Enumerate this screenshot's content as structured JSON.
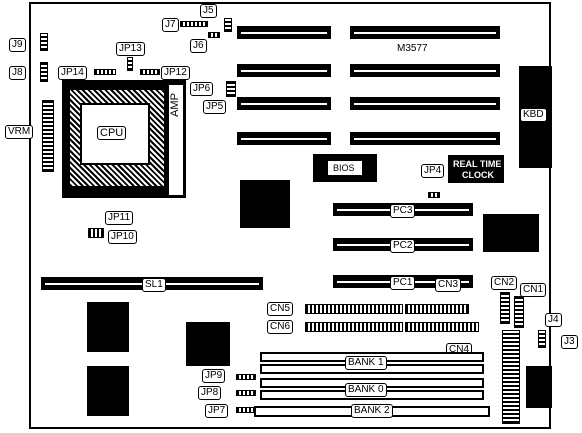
{
  "labels": {
    "model": "M3577",
    "cpu": "CPU",
    "amp": "AMP",
    "bios": "BIOS",
    "rtc_line1": "REAL TIME",
    "rtc_line2": "CLOCK",
    "kbd": "KBD",
    "vrm": "VRM",
    "sl1": "SL1",
    "pc1": "PC1",
    "pc2": "PC2",
    "pc3": "PC3",
    "cn1": "CN1",
    "cn2": "CN2",
    "cn3": "CN3",
    "cn4": "CN4",
    "cn5": "CN5",
    "cn6": "CN6",
    "bank0": "BANK 0",
    "bank1": "BANK 1",
    "bank2": "BANK 2",
    "j3": "J3",
    "j4": "J4",
    "j5": "J5",
    "j6": "J6",
    "j7": "J7",
    "j8": "J8",
    "j9": "J9",
    "jp4": "JP4",
    "jp5": "JP5",
    "jp6": "JP6",
    "jp7": "JP7",
    "jp8": "JP8",
    "jp9": "JP9",
    "jp10": "JP10",
    "jp11": "JP11",
    "jp12": "JP12",
    "jp13": "JP13",
    "jp14": "JP14"
  }
}
